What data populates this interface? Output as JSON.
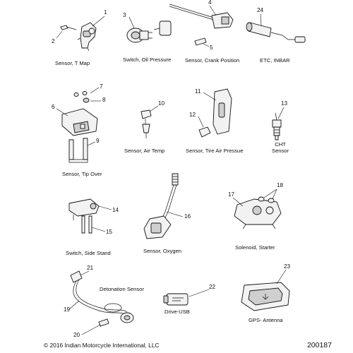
{
  "callouts": [
    "1",
    "2",
    "3",
    "4",
    "5",
    "24",
    "7",
    "6",
    "8",
    "9",
    "10",
    "11",
    "12",
    "13",
    "14",
    "15",
    "16",
    "17",
    "18",
    "21",
    "19",
    "20",
    "22",
    "23"
  ],
  "captions": {
    "t_map": "Sensor, T Map",
    "oil_pressure": "Switch, Oil Pressure",
    "crank_position": "Sensor, Crank Position",
    "etc_inbar": "ETC, INBAR",
    "tip_over": "Sensor, Tip Over",
    "air_temp": "Sensor, Air Temp",
    "tire_air_pressure": "Sensor, Tire Air Pressue",
    "cht_sensor": "CHT\nSensor",
    "side_stand": "Switch, Side Stand",
    "oxygen": "Sensor, Oxygen",
    "starter": "Solenoid, Starter",
    "detonation": "Detonation Sensor",
    "drive_usb": "Drive-USB",
    "gps_antenna": "GPS- Antenna"
  },
  "footer": {
    "copyright": "© 2016 Indian Motorcycle International, LLC",
    "doc_number": "200187"
  }
}
